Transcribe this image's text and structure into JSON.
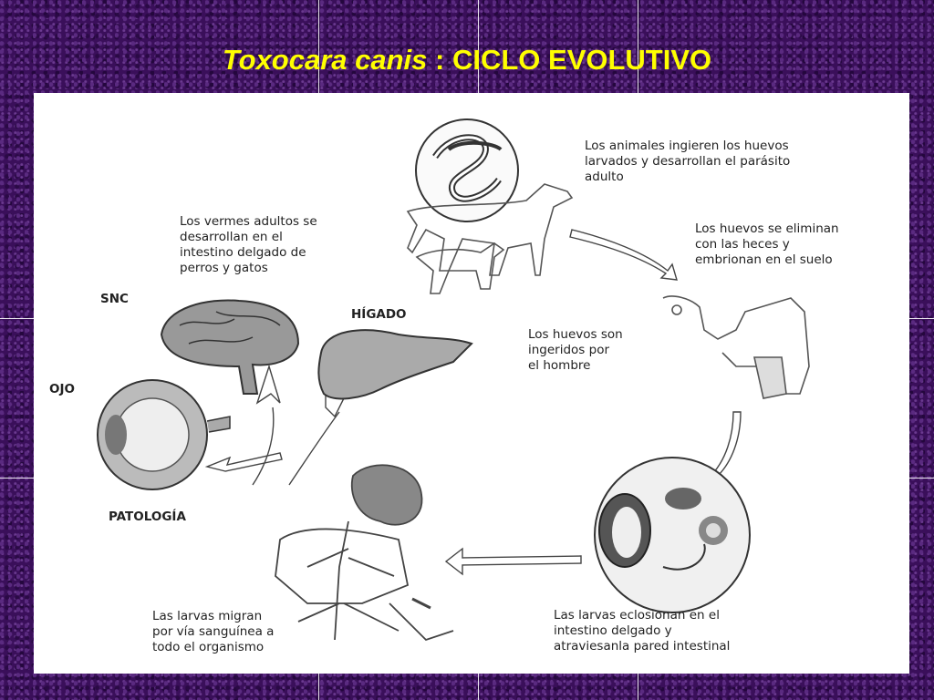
{
  "title": {
    "italic": "Toxocara canis",
    "rest": " : CICLO EVOLUTIVO"
  },
  "labels": {
    "snc": "SNC",
    "higado": "HÍGADO",
    "ojo": "OJO",
    "patologia": "PATOLOGÍA"
  },
  "steps": {
    "animals": "Los animales ingieren los huevos\nlarvados y desarrollan el parásito\nadulto",
    "eggs_out": "Los huevos se eliminan\ncon las heces y\nembrionan en el suelo",
    "human": "Los huevos son\ningeridos por\nel hombre",
    "hatch": "Las larvas eclosionan en el\nintestino delgado y\natraviesanla pared intestinal",
    "migrate": "Las larvas migran\npor vía sanguínea a\ntodo el organismo",
    "adults": "Los vermes adultos se\ndesarrollan en el\nintestino delgado de\nperros y gatos"
  },
  "colors": {
    "background": "#3a0f5a",
    "title": "#ffff00",
    "panel": "#ffffff"
  }
}
